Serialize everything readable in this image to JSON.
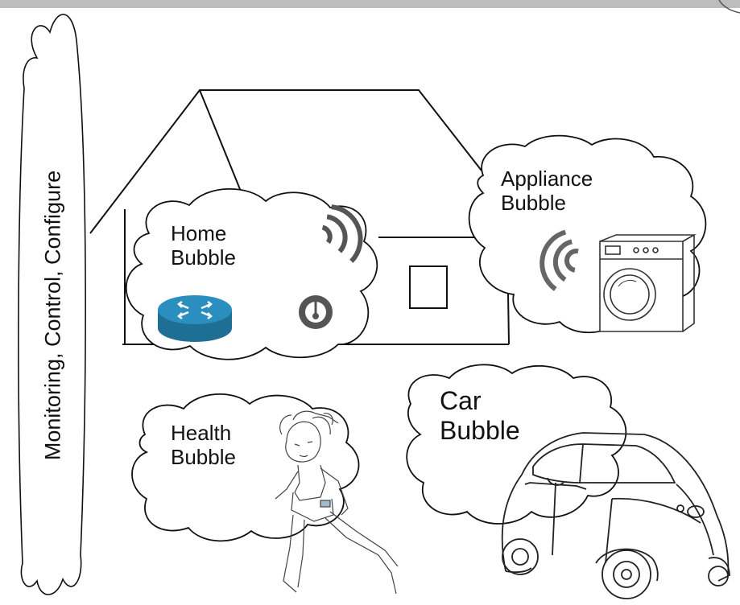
{
  "side_panel": {
    "label": "Monitoring, Control, Configure"
  },
  "bubbles": {
    "home": {
      "line1": "Home",
      "line2": "Bubble"
    },
    "appliance": {
      "line1": "Appliance",
      "line2": "Bubble"
    },
    "health": {
      "line1": "Health",
      "line2": "Bubble"
    },
    "car": {
      "line1": "Car",
      "line2": "Bubble"
    }
  },
  "colors": {
    "router": "#2a8fbf",
    "icon_gray": "#555555",
    "top_bar": "#bdbdbd"
  },
  "icons": [
    "router-icon",
    "wifi-icon",
    "gauge-icon",
    "washing-machine-icon",
    "person-sketch",
    "car-sketch",
    "house-outline"
  ]
}
